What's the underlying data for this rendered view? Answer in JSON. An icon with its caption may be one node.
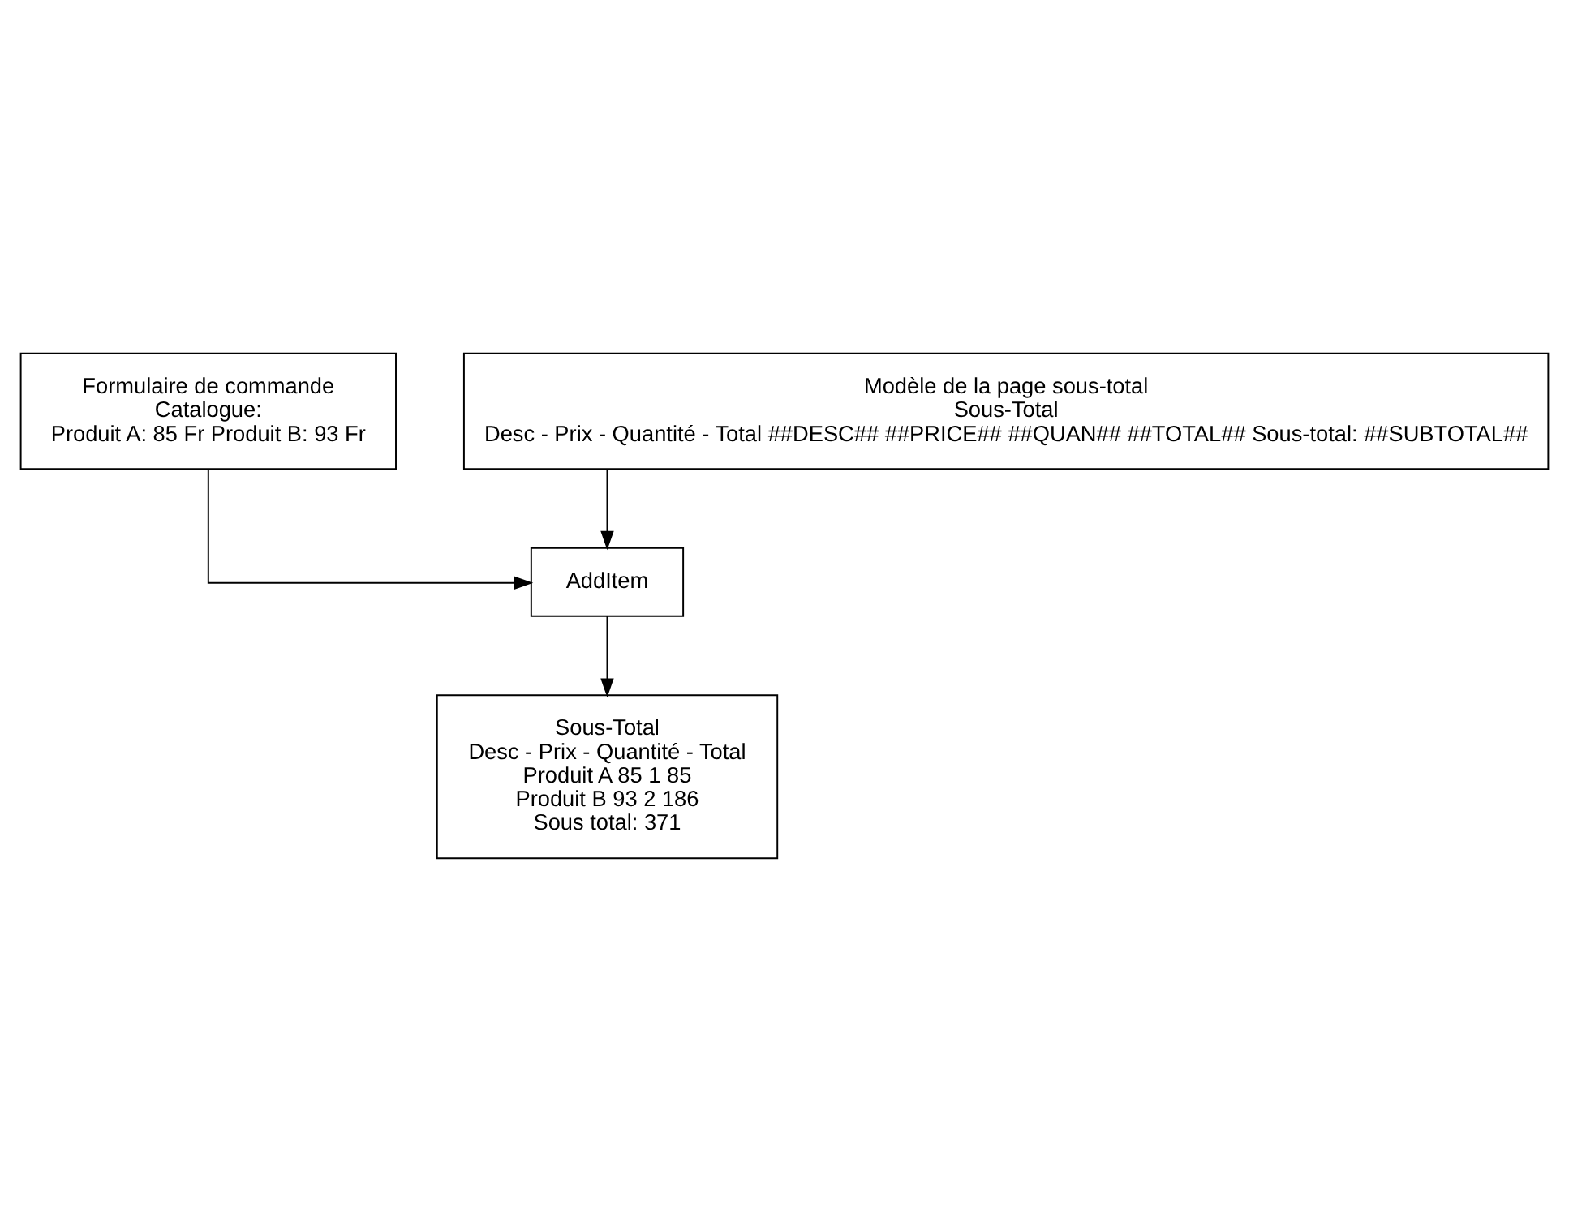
{
  "diagram": {
    "nodes": [
      {
        "text": [
          "Formulaire de commande",
          "Catalogue:",
          "Produit A: 85 Fr Produit B: 93 Fr"
        ]
      },
      {
        "text": [
          "Modèle de la page sous-total",
          "Sous-Total",
          "Desc - Prix - Quantité - Total ##DESC## ##PRICE## ##QUAN## ##TOTAL## Sous-total: ##SUBTOTAL##"
        ]
      },
      {
        "text": [
          "AddItem"
        ]
      },
      {
        "text": [
          "Sous-Total",
          "Desc - Prix - Quantité - Total",
          "Produit A 85 1 85",
          "Produit B 93 2 186",
          "Sous total: 371"
        ]
      }
    ],
    "edges": [
      {
        "from": 0,
        "to": 2,
        "arrow": "to"
      },
      {
        "from": 1,
        "to": 2,
        "arrow": "to"
      },
      {
        "from": 2,
        "to": 3,
        "arrow": "to"
      }
    ]
  }
}
